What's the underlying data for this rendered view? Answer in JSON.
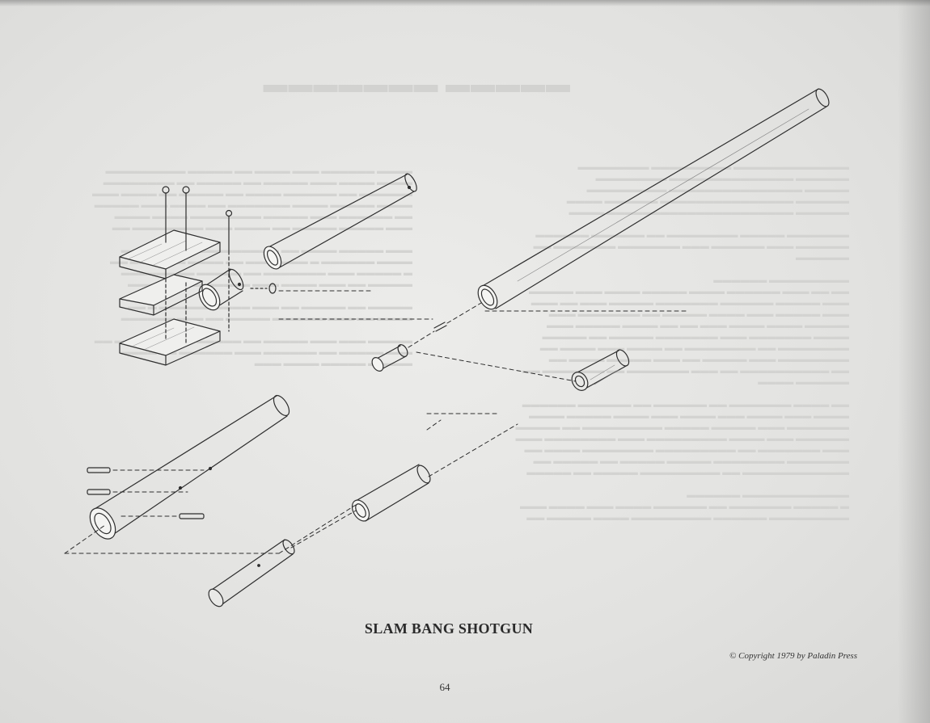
{
  "caption": "SLAM BANG SHOTGUN",
  "copyright": "© Copyright 1979 by Paladin Press",
  "page_number": "64"
}
